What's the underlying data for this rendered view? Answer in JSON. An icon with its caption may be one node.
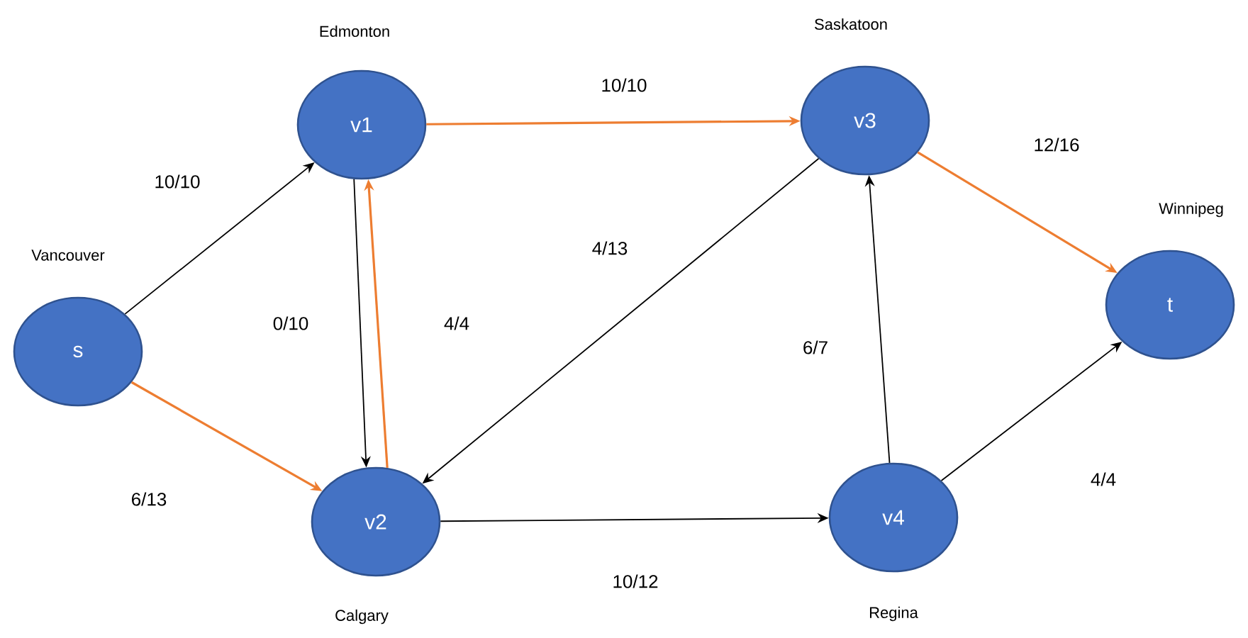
{
  "diagram": {
    "nodes": [
      {
        "text": [
          "s"
        ],
        "beside": [
          "Vancouver"
        ]
      },
      {
        "text": [
          "v1"
        ],
        "beside": [
          "Edmonton"
        ]
      },
      {
        "text": [
          "v2"
        ],
        "beside": [
          "Calgary"
        ]
      },
      {
        "text": [
          "v3"
        ],
        "beside": [
          "Saskatoon"
        ]
      },
      {
        "text": [
          "v4"
        ],
        "beside": [
          "Regina"
        ]
      },
      {
        "text": [
          "t"
        ],
        "beside": [
          "Winnipeg"
        ]
      }
    ],
    "edges": [
      {
        "from": 0,
        "to": 1,
        "arrow": "to",
        "label": "10/10"
      },
      {
        "from": 0,
        "to": 2,
        "arrow": "to",
        "label": "6/13",
        "color": "#ed7d31"
      },
      {
        "from": 1,
        "to": 3,
        "arrow": "to",
        "label": "10/10",
        "color": "#ed7d31"
      },
      {
        "from": 1,
        "to": 2,
        "arrow": "to",
        "label": "0/10"
      },
      {
        "from": 2,
        "to": 1,
        "arrow": "to",
        "label": "4/4",
        "color": "#ed7d31"
      },
      {
        "from": 3,
        "to": 2,
        "arrow": "to",
        "label": "4/13"
      },
      {
        "from": 2,
        "to": 4,
        "arrow": "to",
        "label": "10/12"
      },
      {
        "from": 4,
        "to": 3,
        "arrow": "to",
        "label": "6/7"
      },
      {
        "from": 3,
        "to": 5,
        "arrow": "to",
        "label": "12/16",
        "color": "#ed7d31"
      },
      {
        "from": 4,
        "to": 5,
        "arrow": "to",
        "label": "4/4"
      }
    ]
  }
}
